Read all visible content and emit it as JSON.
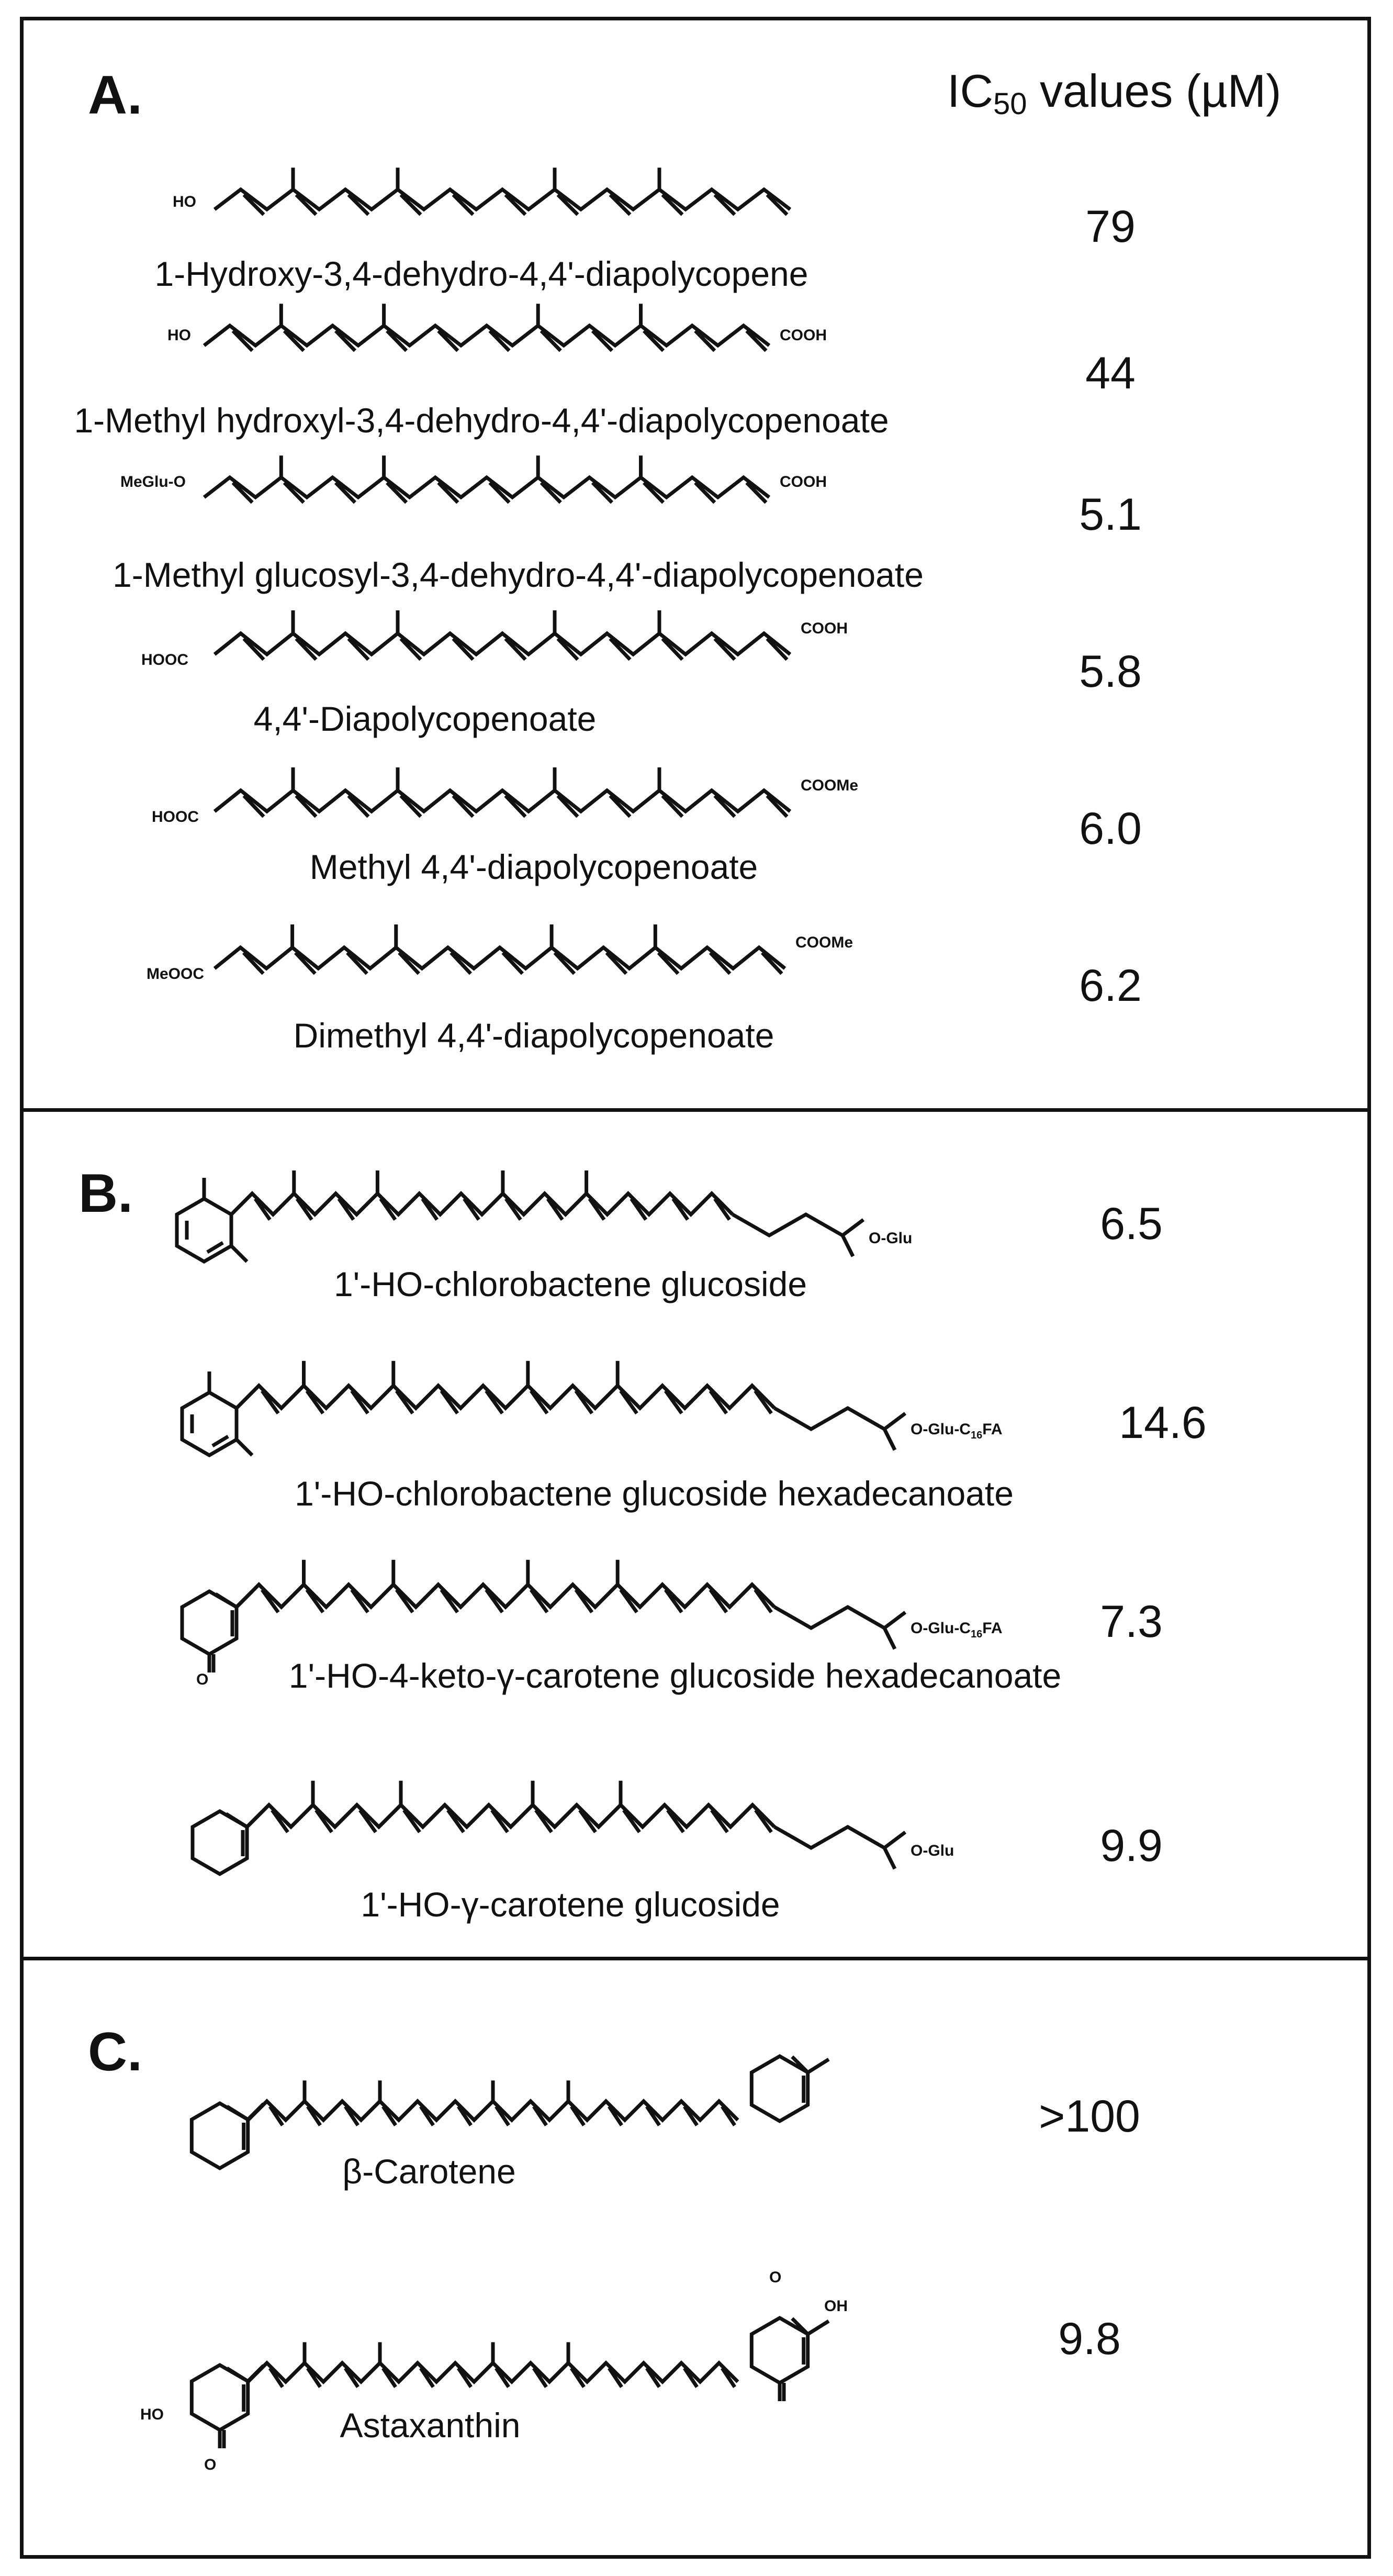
{
  "header": {
    "prefix": "IC",
    "subscript": "50",
    "suffix": " values (µM)"
  },
  "panels": [
    {
      "letter": "A.",
      "compounds": [
        {
          "name": "1-Hydroxy-3,4-dehydro-4,4'-diapolycopene",
          "ic50": "79",
          "left_group": "HO",
          "right_group": ""
        },
        {
          "name": "1-Methyl hydroxyl-3,4-dehydro-4,4'-diapolycopenoate",
          "ic50": "44",
          "left_group": "HO",
          "right_group": "COOH"
        },
        {
          "name": "1-Methyl glucosyl-3,4-dehydro-4,4'-diapolycopenoate",
          "ic50": "5.1",
          "left_group": "MeGlu-O",
          "right_group": "COOH"
        },
        {
          "name": "4,4'-Diapolycopenoate",
          "ic50": "5.8",
          "left_group": "HOOC",
          "right_group": "COOH"
        },
        {
          "name": "Methyl 4,4'-diapolycopenoate",
          "ic50": "6.0",
          "left_group": "HOOC",
          "right_group": "COOMe"
        },
        {
          "name": "Dimethyl 4,4'-diapolycopenoate",
          "ic50": "6.2",
          "left_group": "MeOOC",
          "right_group": "COOMe"
        }
      ]
    },
    {
      "letter": "B.",
      "compounds": [
        {
          "name": "1'-HO-chlorobactene glucoside",
          "ic50": "6.5",
          "right_group": "O-Glu"
        },
        {
          "name": "1'-HO-chlorobactene glucoside hexadecanoate",
          "ic50": "14.6",
          "right_group": "O-Glu-C",
          "right_sub": "16",
          "right_tail": "FA"
        },
        {
          "name": "1'-HO-4-keto-γ-carotene glucoside hexadecanoate",
          "ic50": "7.3",
          "right_group": "O-Glu-C",
          "right_sub": "16",
          "right_tail": "FA",
          "keto_o": "O"
        },
        {
          "name": "1'-HO-γ-carotene glucoside",
          "ic50": "9.9",
          "right_group": "O-Glu"
        }
      ]
    },
    {
      "letter": "C.",
      "compounds": [
        {
          "name": "β-Carotene",
          "ic50": ">100"
        },
        {
          "name": "Astaxanthin",
          "ic50": "9.8",
          "left_ho": "HO",
          "left_keto": "O",
          "right_keto": "O",
          "right_oh": "OH"
        }
      ]
    }
  ]
}
